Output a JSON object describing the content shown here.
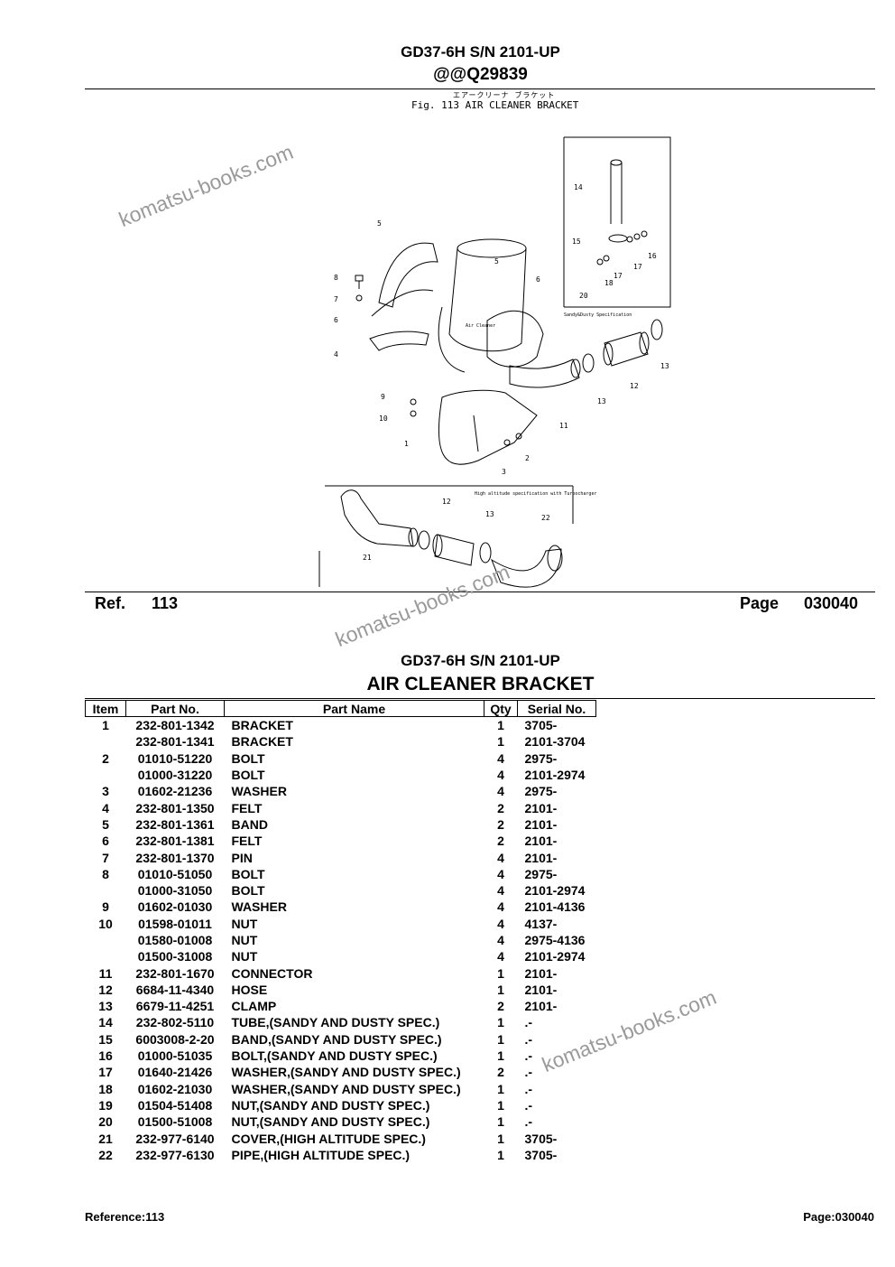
{
  "header": {
    "model": "GD37-6H S/N 2101-UP",
    "code": "@@Q29839",
    "fig_jp": "エアークリーナ ブラケット",
    "fig_caption": "Fig. 113 AIR CLEANER BRACKET"
  },
  "diagram": {
    "callouts": [
      "14",
      "15",
      "16",
      "17",
      "18",
      "20",
      "5",
      "8",
      "7",
      "6",
      "4",
      "5",
      "6",
      "9",
      "10",
      "1",
      "3",
      "2",
      "11",
      "12",
      "13",
      "13",
      "12",
      "13",
      "22",
      "21"
    ],
    "notes": {
      "sandy": "Sandy&Dusty Specification",
      "cleaner": "Air Cleaner",
      "altitude": "High altitude specification with Turbocharger"
    }
  },
  "refline": {
    "ref_label": "Ref.",
    "ref_value": "113",
    "page_label": "Page",
    "page_value": "030040"
  },
  "watermark": "komatsu-books.com",
  "table": {
    "model": "GD37-6H S/N 2101-UP",
    "title": "AIR CLEANER BRACKET",
    "headers": [
      "Item",
      "Part No.",
      "Part Name",
      "Qty",
      "Serial No."
    ],
    "rows": [
      {
        "item": "1",
        "part_no": "232-801-1342",
        "name": "BRACKET",
        "qty": "1",
        "serial": "3705-"
      },
      {
        "item": "",
        "part_no": "232-801-1341",
        "name": "BRACKET",
        "qty": "1",
        "serial": "2101-3704"
      },
      {
        "item": "2",
        "part_no": "01010-51220",
        "name": "BOLT",
        "qty": "4",
        "serial": "2975-"
      },
      {
        "item": "",
        "part_no": "01000-31220",
        "name": "BOLT",
        "qty": "4",
        "serial": "2101-2974"
      },
      {
        "item": "3",
        "part_no": "01602-21236",
        "name": "WASHER",
        "qty": "4",
        "serial": "2975-"
      },
      {
        "item": "4",
        "part_no": "232-801-1350",
        "name": "FELT",
        "qty": "2",
        "serial": "2101-"
      },
      {
        "item": "5",
        "part_no": "232-801-1361",
        "name": "BAND",
        "qty": "2",
        "serial": "2101-"
      },
      {
        "item": "6",
        "part_no": "232-801-1381",
        "name": "FELT",
        "qty": "2",
        "serial": "2101-"
      },
      {
        "item": "7",
        "part_no": "232-801-1370",
        "name": "PIN",
        "qty": "4",
        "serial": "2101-"
      },
      {
        "item": "8",
        "part_no": "01010-51050",
        "name": "BOLT",
        "qty": "4",
        "serial": "2975-"
      },
      {
        "item": "",
        "part_no": "01000-31050",
        "name": "BOLT",
        "qty": "4",
        "serial": "2101-2974"
      },
      {
        "item": "9",
        "part_no": "01602-01030",
        "name": "WASHER",
        "qty": "4",
        "serial": "2101-4136"
      },
      {
        "item": "10",
        "part_no": "01598-01011",
        "name": "NUT",
        "qty": "4",
        "serial": "4137-"
      },
      {
        "item": "",
        "part_no": "01580-01008",
        "name": "NUT",
        "qty": "4",
        "serial": "2975-4136"
      },
      {
        "item": "",
        "part_no": "01500-31008",
        "name": "NUT",
        "qty": "4",
        "serial": "2101-2974"
      },
      {
        "item": "11",
        "part_no": "232-801-1670",
        "name": "CONNECTOR",
        "qty": "1",
        "serial": "2101-"
      },
      {
        "item": "12",
        "part_no": "6684-11-4340",
        "name": "HOSE",
        "qty": "1",
        "serial": "2101-"
      },
      {
        "item": "13",
        "part_no": "6679-11-4251",
        "name": "CLAMP",
        "qty": "2",
        "serial": "2101-"
      },
      {
        "item": "14",
        "part_no": "232-802-5110",
        "name": "TUBE,(SANDY AND DUSTY SPEC.)",
        "qty": "1",
        "serial": ".-"
      },
      {
        "item": "15",
        "part_no": "6003008-2-20",
        "name": "BAND,(SANDY AND DUSTY SPEC.)",
        "qty": "1",
        "serial": ".-"
      },
      {
        "item": "16",
        "part_no": "01000-51035",
        "name": "BOLT,(SANDY AND DUSTY SPEC.)",
        "qty": "1",
        "serial": ".-"
      },
      {
        "item": "17",
        "part_no": "01640-21426",
        "name": "WASHER,(SANDY AND DUSTY SPEC.)",
        "qty": "2",
        "serial": ".-"
      },
      {
        "item": "18",
        "part_no": "01602-21030",
        "name": "WASHER,(SANDY AND DUSTY SPEC.)",
        "qty": "1",
        "serial": ".-"
      },
      {
        "item": "19",
        "part_no": "01504-51408",
        "name": "NUT,(SANDY AND DUSTY SPEC.)",
        "qty": "1",
        "serial": ".-"
      },
      {
        "item": "20",
        "part_no": "01500-51008",
        "name": "NUT,(SANDY AND DUSTY SPEC.)",
        "qty": "1",
        "serial": ".-"
      },
      {
        "item": "21",
        "part_no": "232-977-6140",
        "name": "COVER,(HIGH ALTITUDE SPEC.)",
        "qty": "1",
        "serial": "3705-"
      },
      {
        "item": "22",
        "part_no": "232-977-6130",
        "name": "PIPE,(HIGH ALTITUDE SPEC.)",
        "qty": "1",
        "serial": "3705-"
      }
    ]
  },
  "footer": {
    "reference": "Reference:113",
    "page": "Page:030040"
  }
}
